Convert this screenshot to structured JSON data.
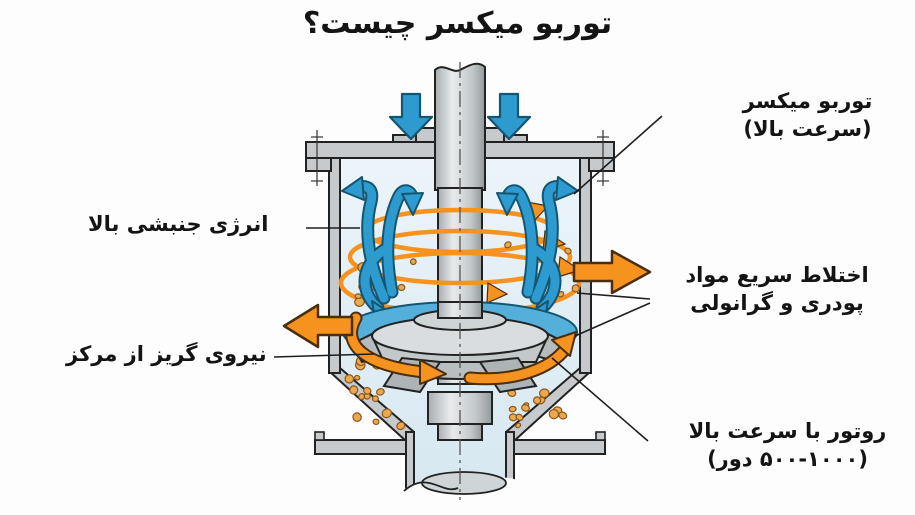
{
  "title": "توربو میکسر چیست؟",
  "labels": {
    "turbo_mixer": {
      "line1": "توربو میکسر",
      "line2": "(سرعت بالا)"
    },
    "kinetic_energy": {
      "line1": "انرژی جنبشی بالا"
    },
    "rapid_mixing": {
      "line1": "اختلاط سریع مواد",
      "line2": "پودری و گرانولی"
    },
    "centrifugal_force": {
      "line1": "نیروی گریز از مرکز"
    },
    "rotor_speed": {
      "line1": "روتور با سرعت بالا",
      "line2": "(۵۰۰-۱۰۰۰ دور)"
    }
  },
  "colors": {
    "background": "#FDFDFD",
    "text": "#141414",
    "accent_orange": "#F6921E",
    "orange_outline": "#4A2F0E",
    "accent_blue": "#2E9BD0",
    "blue_outline": "#14566F",
    "vessel_interior": "#DFEDF5",
    "metal_gray": "#C6CACC",
    "particle_orange": "#EBA94F",
    "leader_line": "#1E1E1E"
  },
  "icons": {
    "inlet-arrow-icon": "blue block arrow pointing down (material feed)",
    "upflow-arrow-icon": "blue curved arrow (internal circulation)",
    "kinetic-spiral-icon": "orange helix around shaft (high kinetic energy)",
    "circulation-arrow-icon": "orange curved arrow around rotor",
    "discharge-arrow-icon": "orange block arrow through vessel wall",
    "particle-icon": "small orange dot (powder / granule)"
  }
}
